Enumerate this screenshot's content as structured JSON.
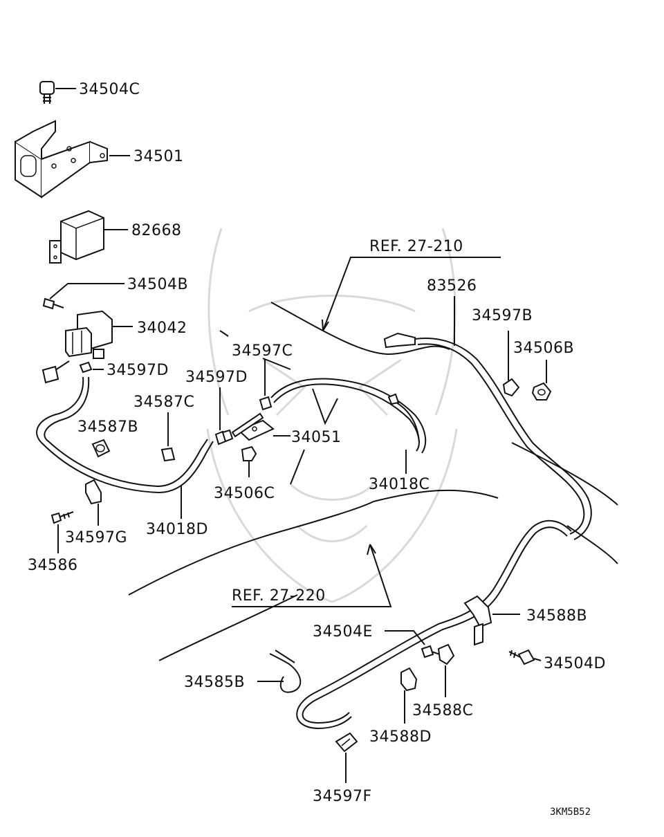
{
  "diagram": {
    "code": "3KM5B52",
    "refs": {
      "ref1": "REF. 27-210",
      "ref2": "REF. 27-220"
    },
    "parts": {
      "p34504C": "34504C",
      "p34501": "34501",
      "p82668": "82668",
      "p34504B": "34504B",
      "p34042": "34042",
      "p34597D_a": "34597D",
      "p34597D_b": "34597D",
      "p34597C": "34597C",
      "p34587C": "34587C",
      "p34587B": "34587B",
      "p34051": "34051",
      "p34506C": "34506C",
      "p34018C": "34018C",
      "p34018D": "34018D",
      "p34597G": "34597G",
      "p34586": "34586",
      "p83526": "83526",
      "p34597B": "34597B",
      "p34506B": "34506B",
      "p34588B": "34588B",
      "p34504E": "34504E",
      "p34504D": "34504D",
      "p34585B": "34585B",
      "p34588C": "34588C",
      "p34588D": "34588D",
      "p34597F": "34597F"
    }
  }
}
